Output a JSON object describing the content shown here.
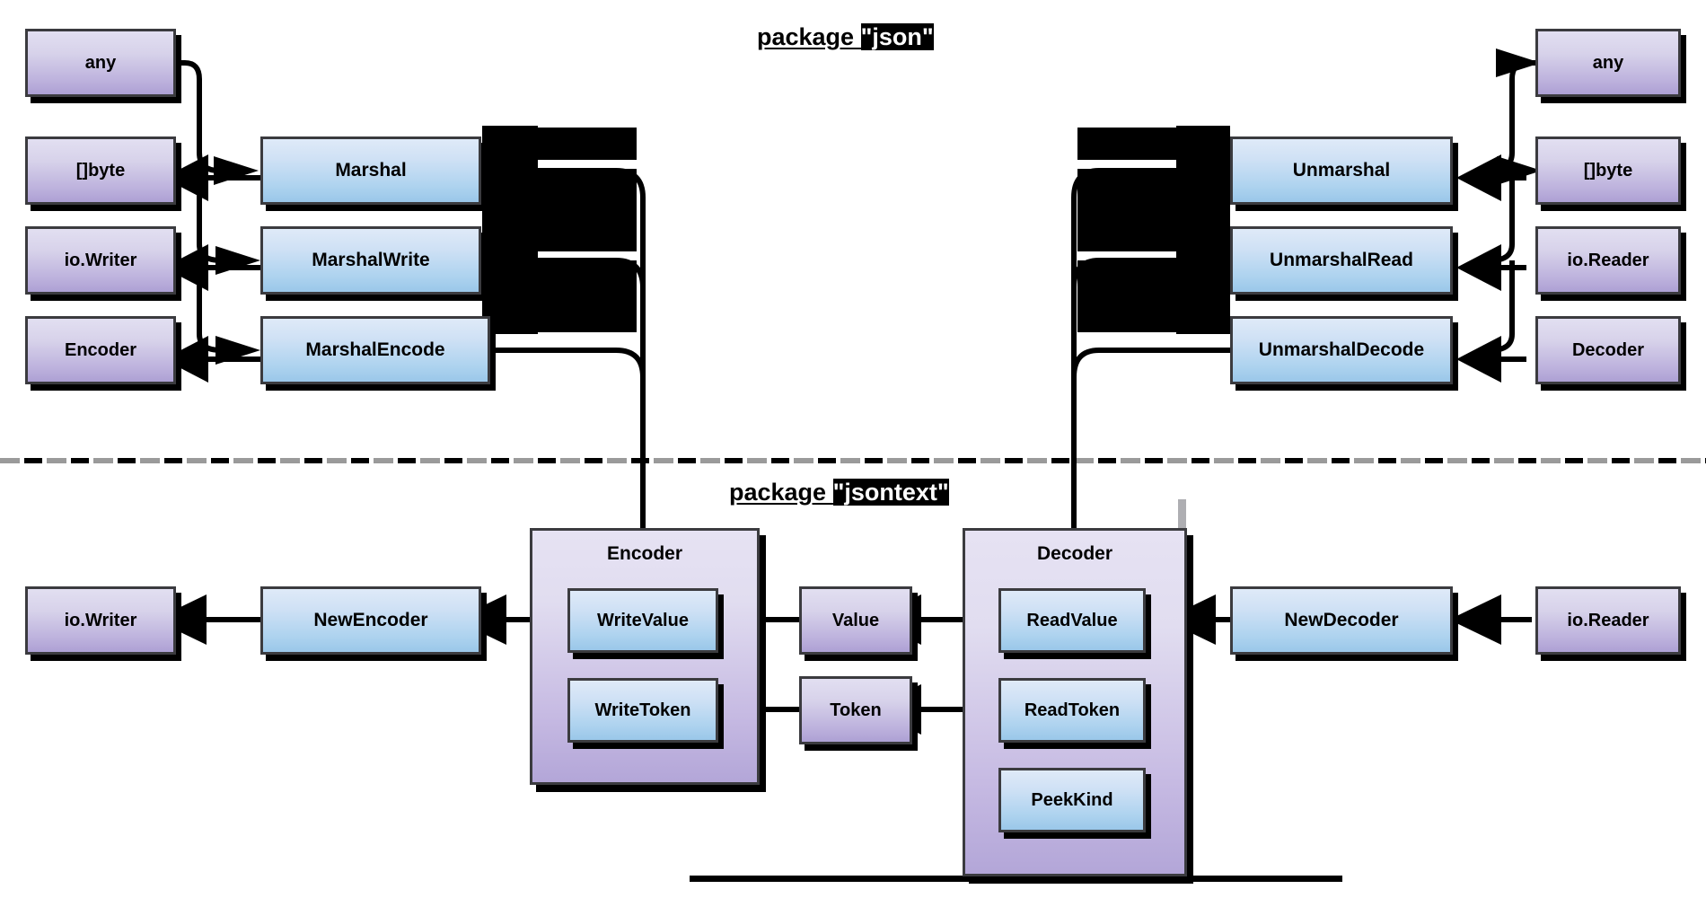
{
  "diagram": {
    "title": "Go json / jsontext package API relationship diagram",
    "packages": [
      {
        "id": "json",
        "label_prefix": "package ",
        "label_quoted": "\"json\""
      },
      {
        "id": "jsontext",
        "label_prefix": "package ",
        "label_quoted": "\"jsontext\""
      }
    ],
    "colors": {
      "type_box_top": "#e2dff1",
      "type_box_bottom": "#ada0d4",
      "func_box_top": "#dfeaf8",
      "func_box_bottom": "#9ac7e9",
      "container_top": "#e6e2f3",
      "container_bottom": "#b3a6d8",
      "border": "#3b3b3f",
      "wire": "#000000",
      "divider_gray": "#9a9a9a"
    }
  },
  "json_package": {
    "marshal_side": {
      "types": [
        {
          "label": "any",
          "kind": "type"
        },
        {
          "label": "[]byte",
          "kind": "type"
        },
        {
          "label": "io.Writer",
          "kind": "type"
        },
        {
          "label": "Encoder",
          "kind": "type"
        }
      ],
      "functions": [
        {
          "label": "Marshal",
          "kind": "func"
        },
        {
          "label": "MarshalWrite",
          "kind": "func"
        },
        {
          "label": "MarshalEncode",
          "kind": "func"
        }
      ]
    },
    "unmarshal_side": {
      "types": [
        {
          "label": "any",
          "kind": "type"
        },
        {
          "label": "[]byte",
          "kind": "type"
        },
        {
          "label": "io.Reader",
          "kind": "type"
        },
        {
          "label": "Decoder",
          "kind": "type"
        }
      ],
      "functions": [
        {
          "label": "Unmarshal",
          "kind": "func"
        },
        {
          "label": "UnmarshalRead",
          "kind": "func"
        },
        {
          "label": "UnmarshalDecode",
          "kind": "func"
        }
      ]
    }
  },
  "jsontext_package": {
    "encoder_container": {
      "title": "Encoder",
      "methods": [
        {
          "label": "WriteValue",
          "kind": "func"
        },
        {
          "label": "WriteToken",
          "kind": "func"
        }
      ]
    },
    "decoder_container": {
      "title": "Decoder",
      "methods": [
        {
          "label": "ReadValue",
          "kind": "func"
        },
        {
          "label": "ReadToken",
          "kind": "func"
        },
        {
          "label": "PeekKind",
          "kind": "func"
        }
      ]
    },
    "middle_types": [
      {
        "label": "Value",
        "kind": "type"
      },
      {
        "label": "Token",
        "kind": "type"
      }
    ],
    "constructors": [
      {
        "label": "NewEncoder",
        "kind": "func"
      },
      {
        "label": "NewDecoder",
        "kind": "func"
      }
    ],
    "io_types": [
      {
        "label": "io.Writer",
        "kind": "type"
      },
      {
        "label": "io.Reader",
        "kind": "type"
      }
    ]
  }
}
